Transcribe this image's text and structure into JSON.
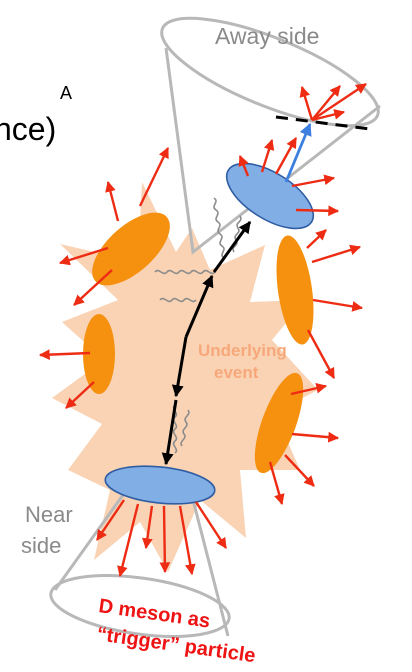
{
  "diagram": {
    "labels": {
      "away_side": "Away side",
      "near_side_line1": "Near",
      "near_side_line2": "side",
      "underlying_line1": "Underlying",
      "underlying_line2": "event",
      "trigger_line1": "D meson as",
      "trigger_line2": "“trigger” particle",
      "cut_text_top": "A",
      "cut_text_main": "nce)"
    },
    "colors": {
      "background": "#ffffff",
      "underlying_event": "#f9d3b4",
      "underlying_text": "#f7a87a",
      "jet_ellipse": "#82aee6",
      "jet_ellipse_stroke": "#2f5da3",
      "cluster_blob": "#f6900f",
      "particle_arrow": "#ee2c14",
      "fragment_arrow": "#3c7fe0",
      "parton_arrow": "#000000",
      "cone": "#b8b8b8",
      "gluon": "#8c8c8c",
      "side_label": "#8a8a8a",
      "trigger_label": "#ee1414"
    },
    "icons": {
      "cone": "cone-outline",
      "jet": "ellipse",
      "gluon": "coil-spring"
    }
  }
}
